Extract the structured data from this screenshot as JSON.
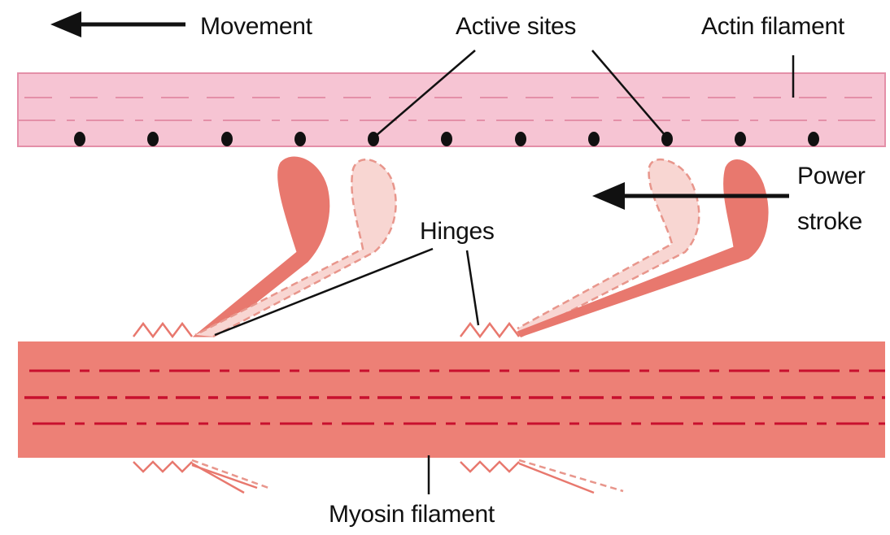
{
  "labels": {
    "movement": "Movement",
    "active_sites": "Active sites",
    "actin_filament": "Actin filament",
    "power_line1": "Power",
    "power_line2": "stroke",
    "hinges": "Hinges",
    "myosin_filament": "Myosin filament"
  },
  "colors": {
    "actin_fill": "#f6c4d3",
    "actin_stroke": "#e48fa8",
    "myosin_fill": "#ed8076",
    "myosin_dash": "#c8102e",
    "head_solid": "#e8786e",
    "head_ghost": "#f8d6d2",
    "ink": "#111111"
  }
}
